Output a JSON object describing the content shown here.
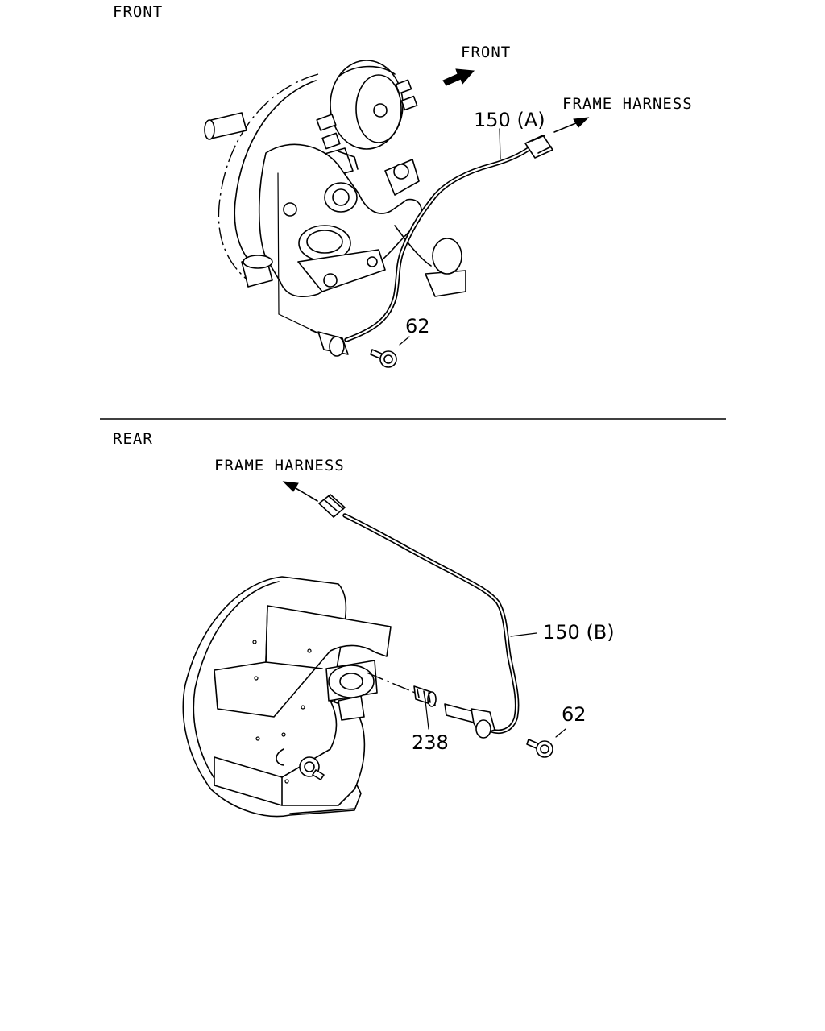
{
  "sections": {
    "front": {
      "title": "FRONT",
      "direction_label": "FRONT",
      "harness_label": "FRAME HARNESS",
      "callouts": {
        "sensor": "150 (A)",
        "bolt": "62"
      }
    },
    "rear": {
      "title": "REAR",
      "harness_label": "FRAME HARNESS",
      "callouts": {
        "sensor": "150 (B)",
        "bolt": "62",
        "bushing": "238"
      }
    }
  }
}
